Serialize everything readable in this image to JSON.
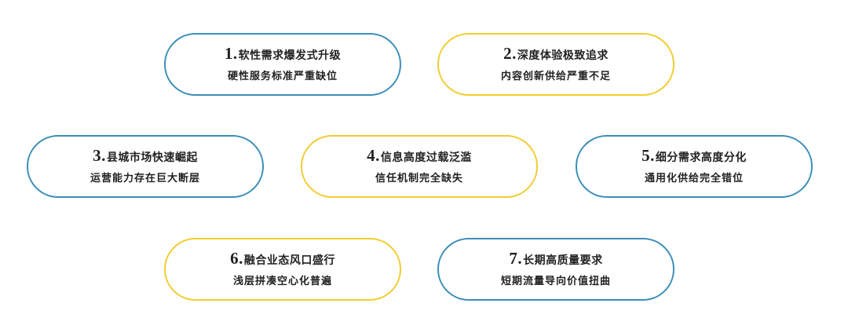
{
  "colors": {
    "blue_border": "#3a8fb7",
    "yellow_border": "#f2cc2e",
    "text": "#222222"
  },
  "items": [
    {
      "num": "1.",
      "title": "软性需求爆发式升级",
      "subtitle": "硬性服务标准严重缺位",
      "border": "blue"
    },
    {
      "num": "2.",
      "title": "深度体验极致追求",
      "subtitle": "内容创新供给严重不足",
      "border": "yellow"
    },
    {
      "num": "3.",
      "title": "县城市场快速崛起",
      "subtitle": "运营能力存在巨大断层",
      "border": "blue"
    },
    {
      "num": "4.",
      "title": "信息高度过载泛滥",
      "subtitle": "信任机制完全缺失",
      "border": "yellow"
    },
    {
      "num": "5.",
      "title": "细分需求高度分化",
      "subtitle": "通用化供给完全错位",
      "border": "blue"
    },
    {
      "num": "6.",
      "title": "融合业态风口盛行",
      "subtitle": "浅层拼凑空心化普遍",
      "border": "yellow"
    },
    {
      "num": "7.",
      "title": "长期高质量要求",
      "subtitle": "短期流量导向价值扭曲",
      "border": "blue"
    }
  ]
}
